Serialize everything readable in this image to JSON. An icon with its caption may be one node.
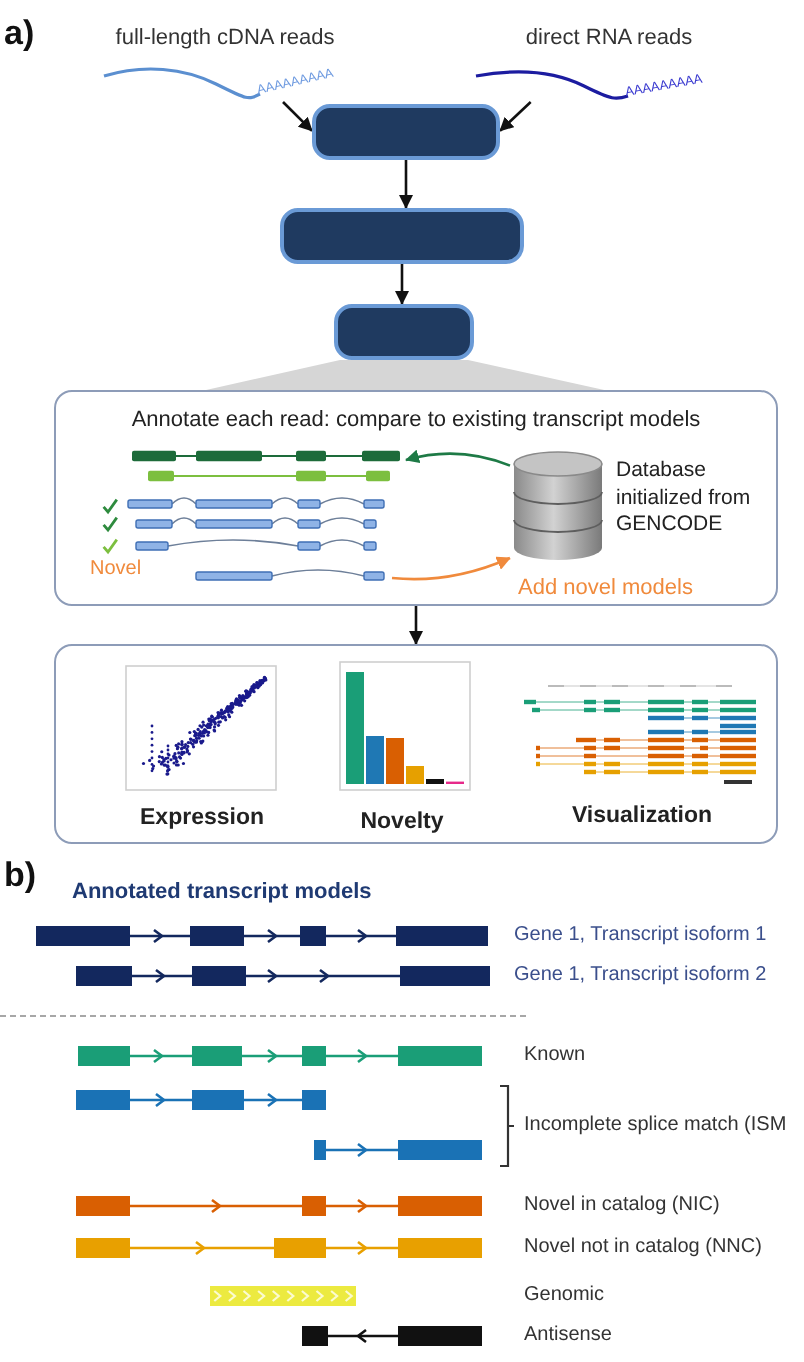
{
  "diagram": {
    "nodes": [
      {
        "text": [
          "full-length cDNA reads",
          "AAAAAAAAA"
        ]
      },
      {
        "text": [
          "direct RNA reads",
          "AAAAAAAAA"
        ]
      },
      {
        "text": [],
        "shape": "box"
      },
      {
        "text": [],
        "shape": "box"
      },
      {
        "text": [],
        "shape": "box"
      },
      {
        "text": [
          "Annotate each read: compare to existing transcript models"
        ]
      },
      {
        "text": [],
        "shape": "picture",
        "in": 5
      },
      {
        "text": [],
        "shape": "picture",
        "in": 5
      },
      {
        "text": [
          "Novel"
        ],
        "in": 5
      },
      {
        "text": [
          "Database initialized from GENCODE"
        ],
        "in": 5
      },
      {
        "text": [],
        "shape": "box"
      },
      {
        "text": [
          "Expression"
        ],
        "in": 10
      },
      {
        "text": [
          "Novelty"
        ],
        "in": 10
      },
      {
        "text": [
          "Visualization"
        ],
        "in": 10
      }
    ],
    "edges": [
      {
        "from": 0,
        "to": 2,
        "arrow": "to"
      },
      {
        "from": 1,
        "to": 2,
        "arrow": "to"
      },
      {
        "from": 2,
        "to": 3,
        "arrow": "to"
      },
      {
        "from": 3,
        "to": 4,
        "arrow": "to"
      },
      {
        "from": 4,
        "to": 5,
        "arrow": "none",
        "color": "#d6d6d6"
      },
      {
        "from": 9,
        "to": 6,
        "arrow": "to",
        "color": "#1e7a46"
      },
      {
        "from": 8,
        "to": 9,
        "arrow": "to",
        "label": "Add novel models",
        "color": "#f08a3c"
      },
      {
        "from": 5,
        "to": 10,
        "arrow": "to"
      }
    ],
    "labels": [
      "a)",
      "b)",
      "Annotated transcript models",
      "Gene 1, Transcript isoform 1",
      "Gene 1, Transcript isoform 2",
      "Known",
      "Incomplete splice match (ISM",
      "Novel in catalog (NIC)",
      "Novel not in catalog (NNC)",
      "Genomic",
      "Antisense"
    ]
  }
}
